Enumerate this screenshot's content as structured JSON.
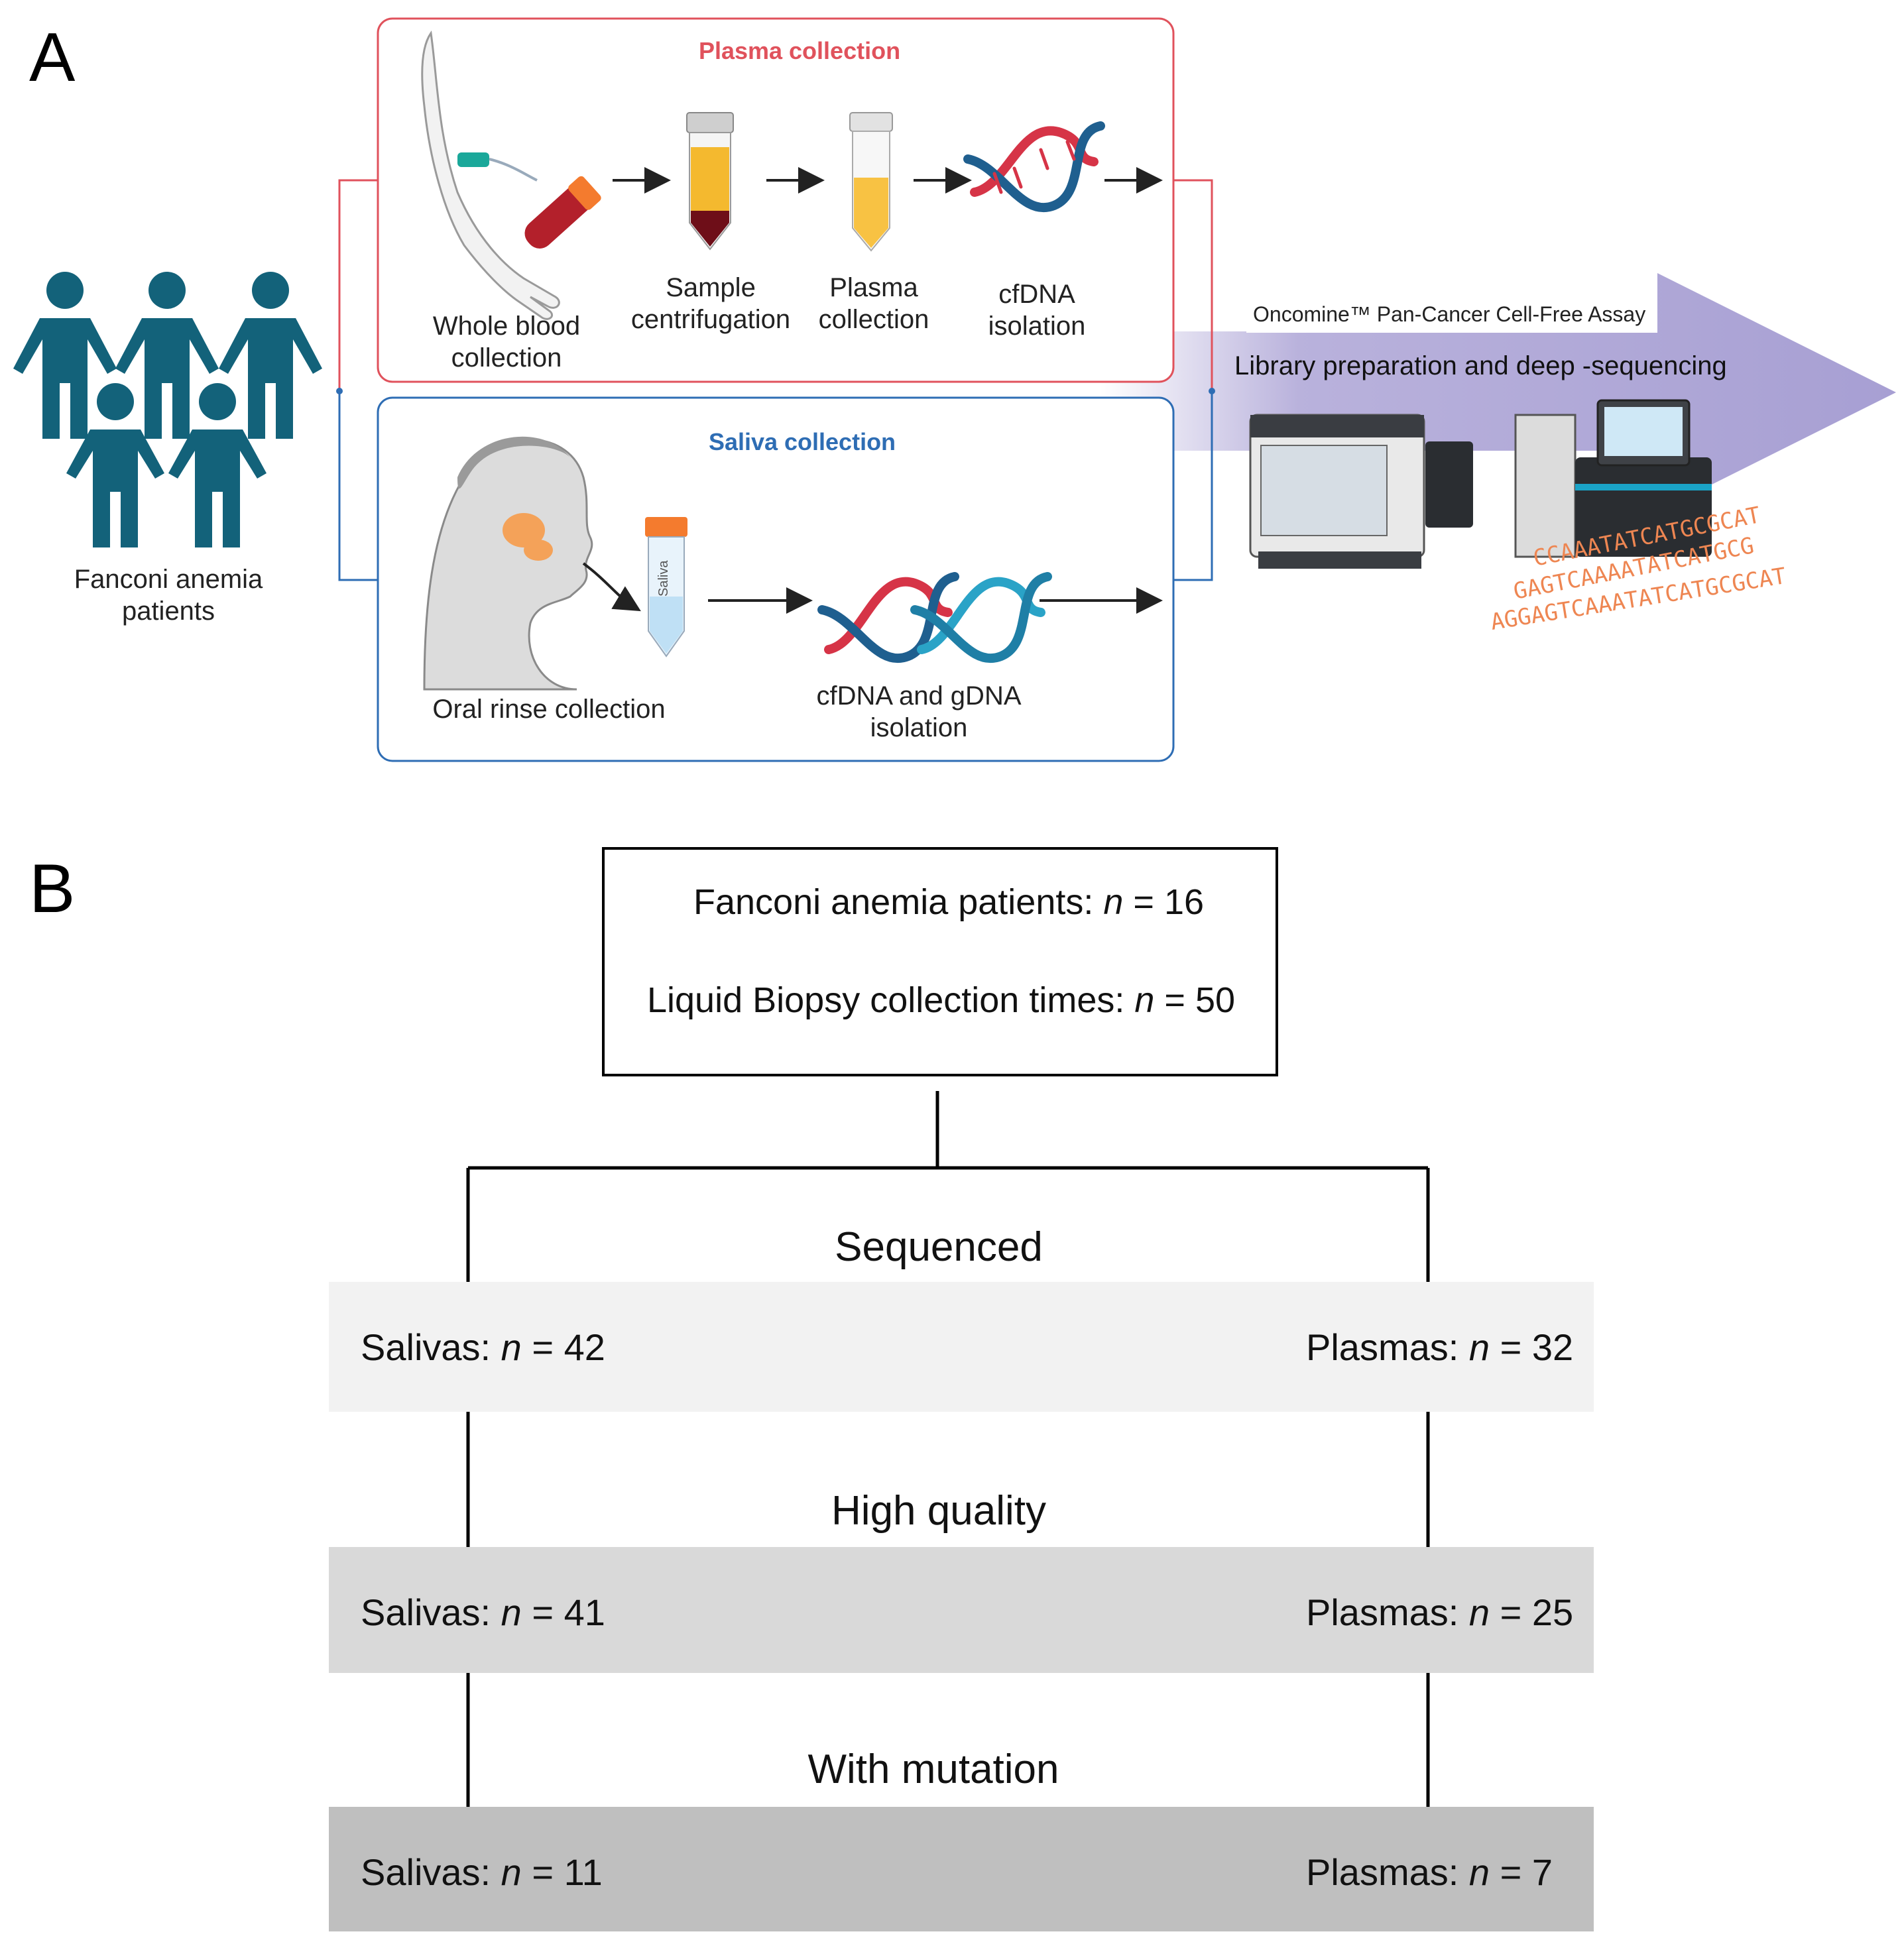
{
  "panel_a": {
    "letter": "A",
    "patients_label_1": "Fanconi anemia",
    "patients_label_2": "patients",
    "plasma_box": {
      "title": "Plasma collection",
      "color": "#e0525c",
      "steps": [
        {
          "line1": "Whole blood",
          "line2": "collection"
        },
        {
          "line1": "Sample",
          "line2": "centrifugation"
        },
        {
          "line1": "Plasma",
          "line2": "collection"
        },
        {
          "line1": "cfDNA",
          "line2": "isolation"
        }
      ]
    },
    "saliva_box": {
      "title": "Saliva collection",
      "color": "#2e6db4",
      "tube_label": "Saliva",
      "steps": [
        {
          "line1": "Oral rinse collection",
          "line2": ""
        },
        {
          "line1": "cfDNA and gDNA",
          "line2": "isolation"
        }
      ]
    },
    "assay_label": "Oncomine™ Pan-Cancer Cell-Free Assay",
    "library_label": "Library preparation and deep -sequencing",
    "sequence_lines": [
      "CCAAATATCATGCGCAT",
      "GAGTCAAAATATCATGCG",
      "AGGAGTCAAATATCATGCGCAT"
    ],
    "colors": {
      "patient_icon": "#13627a",
      "arrow_fill": "#b1a9d8",
      "dna_red": "#d63447",
      "dna_blue": "#1f5f8f",
      "dna_cyan": "#2aa3c7",
      "sequence": "#ee8652"
    }
  },
  "panel_b": {
    "letter": "B",
    "top_box": {
      "line1_label": "Fanconi anemia patients: ",
      "line1_n": "n",
      "line1_value": " = 16",
      "line2_label": "Liquid Biopsy collection times: ",
      "line2_n": "n",
      "line2_value": " = 50"
    },
    "stages": [
      {
        "title": "Sequenced",
        "saliva_label": "Salivas: ",
        "saliva_n": "n",
        "saliva_value": " = 42",
        "plasma_label": "Plasmas: ",
        "plasma_n": "n",
        "plasma_value": " = 32",
        "band_color": "#f2f2f2"
      },
      {
        "title": "High quality",
        "saliva_label": "Salivas: ",
        "saliva_n": "n",
        "saliva_value": " = 41",
        "plasma_label": "Plasmas: ",
        "plasma_n": "n",
        "plasma_value": " = 25",
        "band_color": "#d9d9d9"
      },
      {
        "title": "With mutation",
        "saliva_label": "Salivas: ",
        "saliva_n": "n",
        "saliva_value": " = 11",
        "plasma_label": "Plasmas: ",
        "plasma_n": "n",
        "plasma_value": " = 7",
        "band_color": "#bfbfbf"
      }
    ]
  }
}
